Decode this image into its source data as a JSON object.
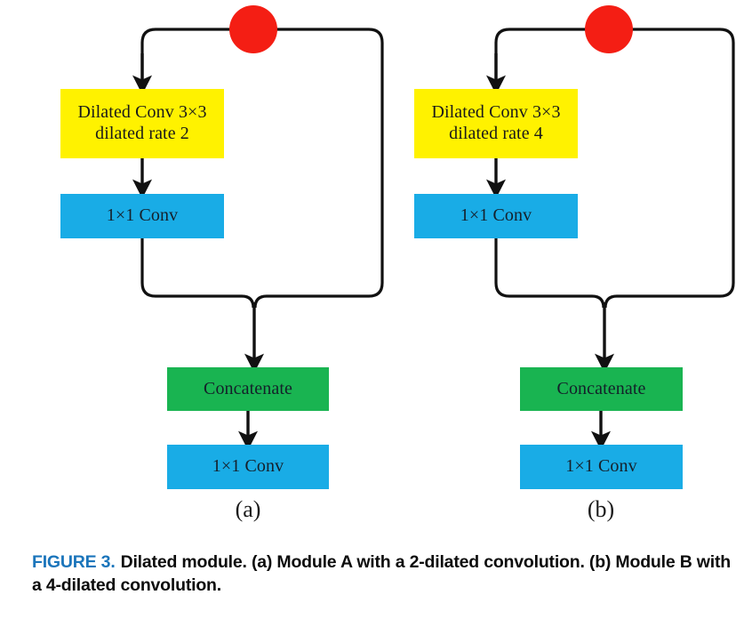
{
  "figure": {
    "caption_label": "FIGURE 3.",
    "caption_text": "Dilated module. (a) Module A with a 2-dilated convolution. (b) Module B with a 4-dilated convolution.",
    "colors": {
      "yellow_block": "#fff200",
      "blue_block": "#19ace6",
      "green_block": "#19b451",
      "red_node": "#f41e14",
      "wire": "#111111",
      "figure_number": "#1b75bb"
    }
  },
  "modules": [
    {
      "id": "module-a",
      "panel_label": "(a)",
      "split_node": "red-circle",
      "blocks": [
        {
          "name": "dilated-conv",
          "line1": "Dilated Conv 3×3",
          "line2": "dilated rate 2",
          "color": "yellow"
        },
        {
          "name": "pointwise-conv",
          "line1": "1×1 Conv",
          "line2": "",
          "color": "blue"
        },
        {
          "name": "concatenate",
          "line1": "Concatenate",
          "line2": "",
          "color": "green"
        },
        {
          "name": "output-conv",
          "line1": "1×1 Conv",
          "line2": "",
          "color": "blue"
        }
      ]
    },
    {
      "id": "module-b",
      "panel_label": "(b)",
      "split_node": "red-circle",
      "blocks": [
        {
          "name": "dilated-conv",
          "line1": "Dilated Conv 3×3",
          "line2": "dilated rate 4",
          "color": "yellow"
        },
        {
          "name": "pointwise-conv",
          "line1": "1×1 Conv",
          "line2": "",
          "color": "blue"
        },
        {
          "name": "concatenate",
          "line1": "Concatenate",
          "line2": "",
          "color": "green"
        },
        {
          "name": "output-conv",
          "line1": "1×1 Conv",
          "line2": "",
          "color": "blue"
        }
      ]
    }
  ]
}
